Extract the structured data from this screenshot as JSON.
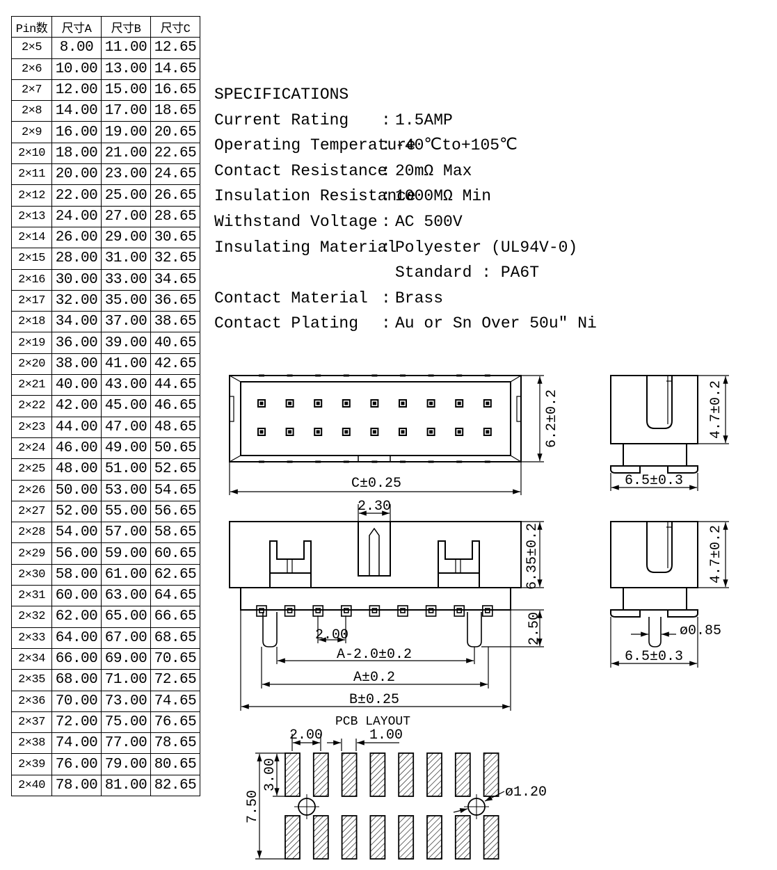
{
  "table": {
    "headers": [
      "Pin数",
      "尺寸A",
      "尺寸B",
      "尺寸C"
    ],
    "rows": [
      [
        "2×5",
        "8.00",
        "11.00",
        "12.65"
      ],
      [
        "2×6",
        "10.00",
        "13.00",
        "14.65"
      ],
      [
        "2×7",
        "12.00",
        "15.00",
        "16.65"
      ],
      [
        "2×8",
        "14.00",
        "17.00",
        "18.65"
      ],
      [
        "2×9",
        "16.00",
        "19.00",
        "20.65"
      ],
      [
        "2×10",
        "18.00",
        "21.00",
        "22.65"
      ],
      [
        "2×11",
        "20.00",
        "23.00",
        "24.65"
      ],
      [
        "2×12",
        "22.00",
        "25.00",
        "26.65"
      ],
      [
        "2×13",
        "24.00",
        "27.00",
        "28.65"
      ],
      [
        "2×14",
        "26.00",
        "29.00",
        "30.65"
      ],
      [
        "2×15",
        "28.00",
        "31.00",
        "32.65"
      ],
      [
        "2×16",
        "30.00",
        "33.00",
        "34.65"
      ],
      [
        "2×17",
        "32.00",
        "35.00",
        "36.65"
      ],
      [
        "2×18",
        "34.00",
        "37.00",
        "38.65"
      ],
      [
        "2×19",
        "36.00",
        "39.00",
        "40.65"
      ],
      [
        "2×20",
        "38.00",
        "41.00",
        "42.65"
      ],
      [
        "2×21",
        "40.00",
        "43.00",
        "44.65"
      ],
      [
        "2×22",
        "42.00",
        "45.00",
        "46.65"
      ],
      [
        "2×23",
        "44.00",
        "47.00",
        "48.65"
      ],
      [
        "2×24",
        "46.00",
        "49.00",
        "50.65"
      ],
      [
        "2×25",
        "48.00",
        "51.00",
        "52.65"
      ],
      [
        "2×26",
        "50.00",
        "53.00",
        "54.65"
      ],
      [
        "2×27",
        "52.00",
        "55.00",
        "56.65"
      ],
      [
        "2×28",
        "54.00",
        "57.00",
        "58.65"
      ],
      [
        "2×29",
        "56.00",
        "59.00",
        "60.65"
      ],
      [
        "2×30",
        "58.00",
        "61.00",
        "62.65"
      ],
      [
        "2×31",
        "60.00",
        "63.00",
        "64.65"
      ],
      [
        "2×32",
        "62.00",
        "65.00",
        "66.65"
      ],
      [
        "2×33",
        "64.00",
        "67.00",
        "68.65"
      ],
      [
        "2×34",
        "66.00",
        "69.00",
        "70.65"
      ],
      [
        "2×35",
        "68.00",
        "71.00",
        "72.65"
      ],
      [
        "2×36",
        "70.00",
        "73.00",
        "74.65"
      ],
      [
        "2×37",
        "72.00",
        "75.00",
        "76.65"
      ],
      [
        "2×38",
        "74.00",
        "77.00",
        "78.65"
      ],
      [
        "2×39",
        "76.00",
        "79.00",
        "80.65"
      ],
      [
        "2×40",
        "78.00",
        "81.00",
        "82.65"
      ]
    ]
  },
  "specs": {
    "heading": "SPECIFICATIONS",
    "items": [
      {
        "label": "Current Rating",
        "sep": ":",
        "value": "1.5AMP"
      },
      {
        "label": "Operating Temperature",
        "sep": ":",
        "value": "-40℃to+105℃"
      },
      {
        "label": "Contact Resistance",
        "sep": ":",
        "value": "20mΩ Max"
      },
      {
        "label": "Insulation Resistance",
        "sep": ":",
        "value": "1000MΩ Min"
      },
      {
        "label": "Withstand Voltage",
        "sep": ":",
        "value": "AC 500V"
      },
      {
        "label": "Insulating Material",
        "sep": ":",
        "value": "Polyester (UL94V-0)"
      },
      {
        "label": "",
        "sep": "",
        "value": "Standard : PA6T"
      },
      {
        "label": "Contact Material",
        "sep": ":",
        "value": "Brass"
      },
      {
        "label": "Contact Plating",
        "sep": ":",
        "value": "Au or Sn Over 50u\" Ni"
      }
    ]
  },
  "dims": {
    "top_width": "C±0.25",
    "top_height": "6.2±0.2",
    "side_top_height": "4.7±0.2",
    "side_top_width": "6.5±0.3",
    "slot_width": "2.30",
    "front_height": "6.35±0.2",
    "pin_length": "2.50",
    "pitch": "2.00",
    "a_minus": "A-2.0±0.2",
    "a_dim": "A±0.2",
    "b_dim": "B±0.25",
    "side_bottom_height": "4.7±0.2",
    "pin_dia": "ø0.85",
    "side_bottom_width": "6.5±0.3"
  },
  "pcb": {
    "title": "PCB LAYOUT",
    "pitch": "2.00",
    "pad_width": "1.00",
    "pad_length": "3.00",
    "row_span": "7.50",
    "hole_dia": "ø1.20"
  }
}
